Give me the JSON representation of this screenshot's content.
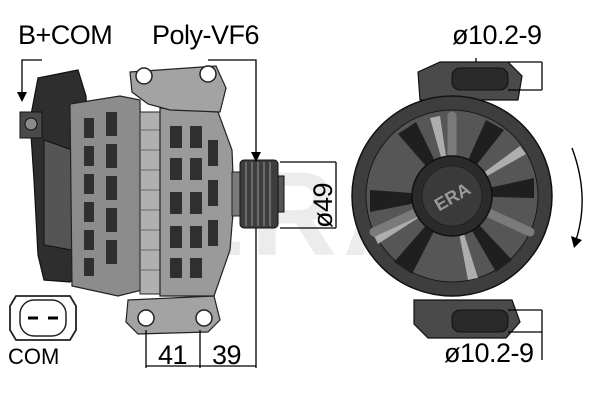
{
  "labels": {
    "b_com": "B+COM",
    "poly": "Poly-VF6",
    "mount_top": "ø10.2-9",
    "mount_bottom": "ø10.2-9",
    "pulley_diameter": "ø49",
    "dim_left": "41",
    "dim_right": "39",
    "com": "COM",
    "watermark": "ERA"
  },
  "colors": {
    "body_dark": "#3b3b3b",
    "body_mid": "#6e6e6e",
    "body_light": "#a6a6a6",
    "line": "#000000",
    "watermark": "#e8e8e8"
  },
  "icons": {
    "rotation": "rotation-arrow-icon",
    "connector": "plug-connector-icon"
  }
}
